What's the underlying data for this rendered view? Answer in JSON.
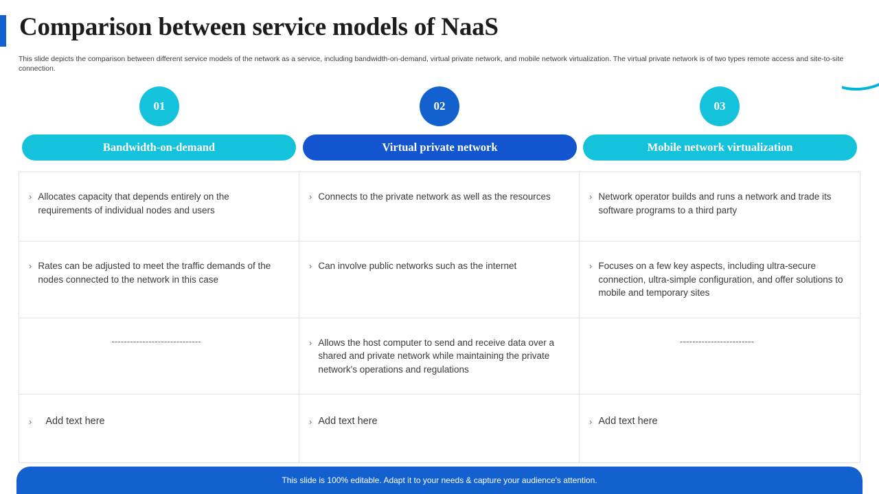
{
  "slide": {
    "title": "Comparison between service models of NaaS",
    "subtitle": "This slide depicts the comparison between different service models of the network as a service, including bandwidth-on-demand, virtual private network, and mobile network virtualization. The virtual private network is of two types remote access and site-to-site connection.",
    "footer_note": "This slide is 100% editable. Adapt it to your needs & capture your audience's attention.",
    "accent_cyan": "#14c2db",
    "accent_blue": "#1361cf"
  },
  "columns": [
    {
      "number": "01",
      "header": "Bandwidth-on-demand"
    },
    {
      "number": "02",
      "header": "Virtual private network"
    },
    {
      "number": "03",
      "header": "Mobile network virtualization"
    }
  ],
  "rows": [
    {
      "c1": {
        "bullet": "›",
        "text": "Allocates capacity that depends entirely on the requirements of individual nodes and users"
      },
      "c2": {
        "bullet": "›",
        "text": "Connects to the private network as well as the resources"
      },
      "c3": {
        "bullet": "›",
        "text": "Network operator builds and runs a network and trade its software programs to a third party"
      }
    },
    {
      "c1": {
        "bullet": "›",
        "text": "Rates can be adjusted to meet the traffic demands of the nodes connected to the network in this case"
      },
      "c2": {
        "bullet": "›",
        "text": "Can involve public networks such as the internet"
      },
      "c3": {
        "bullet": "›",
        "text": "Focuses on a few key aspects, including ultra-secure connection, ultra-simple configuration, and offer solutions to mobile and temporary sites"
      }
    },
    {
      "c1": {
        "bullet": "",
        "text": "-----------------------------"
      },
      "c2": {
        "bullet": "›",
        "text": "Allows the host computer to send and receive data over a shared and private network while maintaining the private network's operations and regulations"
      },
      "c3": {
        "bullet": "",
        "text": "------------------------"
      }
    },
    {
      "c1": {
        "bullet": "›",
        "text": "Add text here"
      },
      "c2": {
        "bullet": "›",
        "text": "Add text here"
      },
      "c3": {
        "bullet": "›",
        "text": "Add text here"
      }
    }
  ]
}
